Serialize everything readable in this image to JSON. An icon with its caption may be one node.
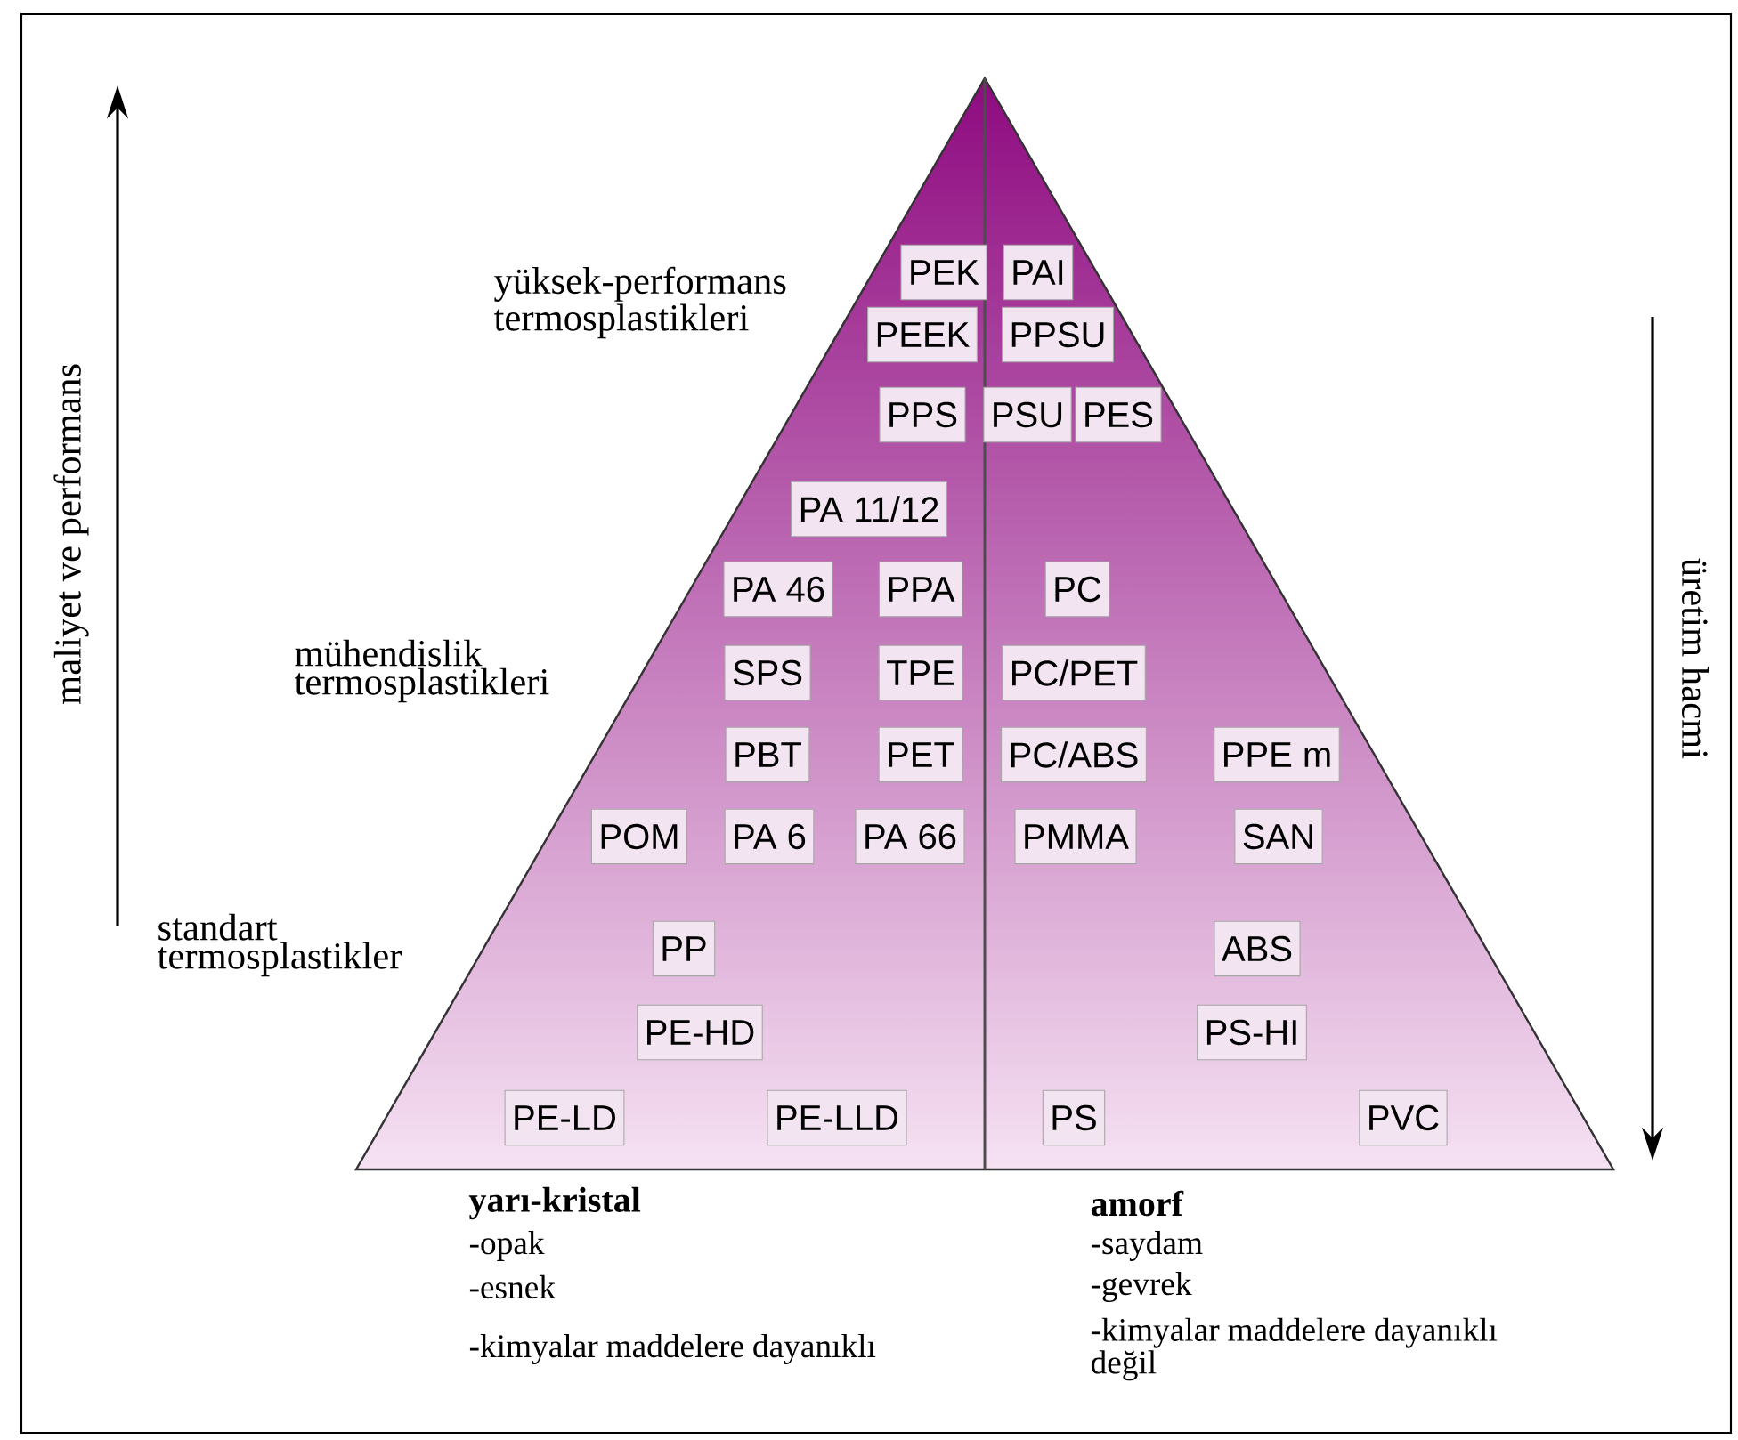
{
  "diagram": {
    "nodes": [
      {
        "text": [
          "PEK"
        ]
      },
      {
        "text": [
          "PAI"
        ]
      },
      {
        "text": [
          "PEEK"
        ]
      },
      {
        "text": [
          "PPSU"
        ]
      },
      {
        "text": [
          "PPS"
        ]
      },
      {
        "text": [
          "PSU"
        ]
      },
      {
        "text": [
          "PES"
        ]
      },
      {
        "text": [
          "PA 11/12"
        ]
      },
      {
        "text": [
          "PA 46"
        ]
      },
      {
        "text": [
          "PPA"
        ]
      },
      {
        "text": [
          "PC"
        ]
      },
      {
        "text": [
          "SPS"
        ]
      },
      {
        "text": [
          "TPE"
        ]
      },
      {
        "text": [
          "PC/PET"
        ]
      },
      {
        "text": [
          "PBT"
        ]
      },
      {
        "text": [
          "PET"
        ]
      },
      {
        "text": [
          "PC/ABS"
        ]
      },
      {
        "text": [
          "PPE m"
        ]
      },
      {
        "text": [
          "POM"
        ]
      },
      {
        "text": [
          "PA 6"
        ]
      },
      {
        "text": [
          "PA 66"
        ]
      },
      {
        "text": [
          "PMMA"
        ]
      },
      {
        "text": [
          "SAN"
        ]
      },
      {
        "text": [
          "PP"
        ]
      },
      {
        "text": [
          "ABS"
        ]
      },
      {
        "text": [
          "PE-HD"
        ]
      },
      {
        "text": [
          "PS-HI"
        ]
      },
      {
        "text": [
          "PE-LD"
        ]
      },
      {
        "text": [
          "PE-LLD"
        ]
      },
      {
        "text": [
          "PS"
        ]
      },
      {
        "text": [
          "PVC"
        ]
      }
    ],
    "labels": [
      "maliyet ve performans",
      "yüksek-performans termosplastikleri",
      "mühendislik termosplastikleri",
      "üretim hacmi",
      "standart termosplastikler",
      "yarı-kristal",
      "-opak",
      "-esnek",
      "-kimyalar maddelere dayanıklı",
      "amorf",
      "-saydam",
      "-gevrek",
      "-kimyalar maddelere dayanıklı değil"
    ]
  }
}
